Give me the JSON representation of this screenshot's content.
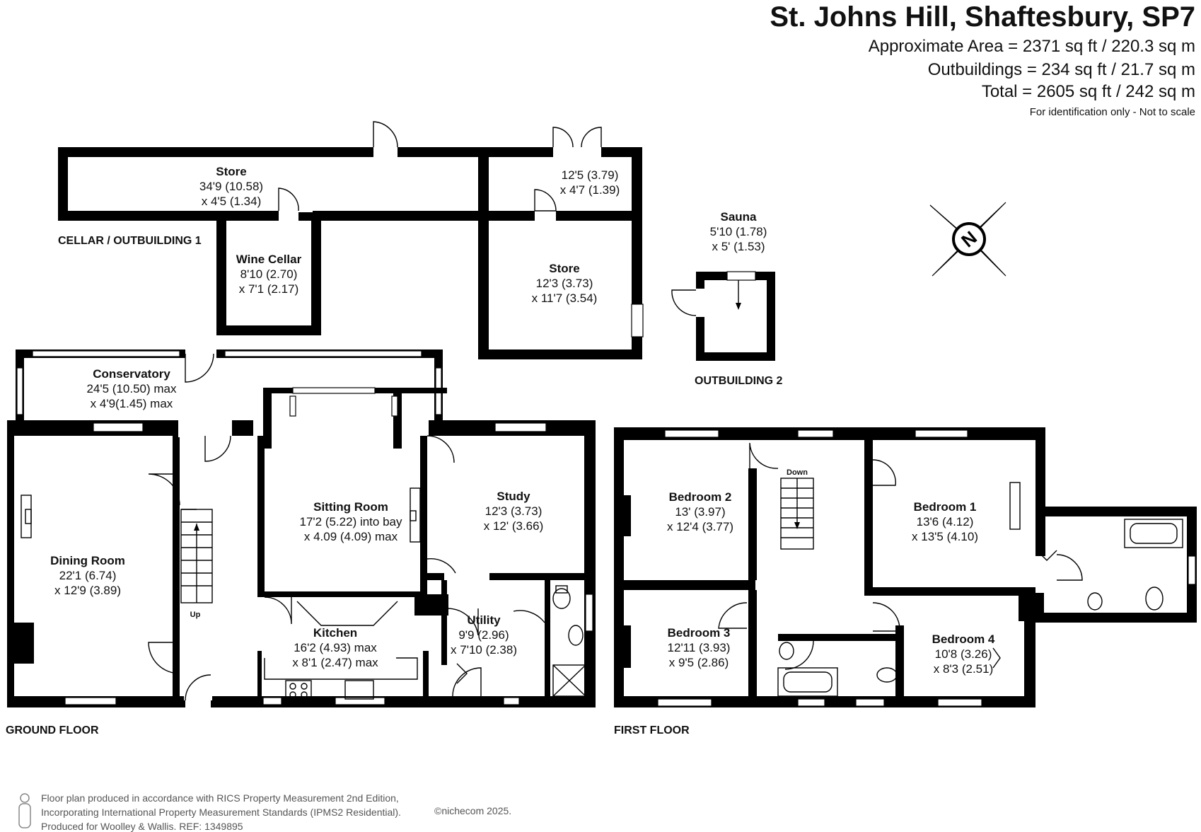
{
  "header": {
    "title": "St. Johns Hill, Shaftesbury, SP7",
    "area_lines": [
      "Approximate Area = 2371 sq ft / 220.3 sq m",
      "Outbuildings = 234 sq ft / 21.7 sq m",
      "Total = 2605 sq ft / 242 sq m"
    ],
    "note": "For identification only - Not to scale"
  },
  "floors": {
    "cellar": "CELLAR / OUTBUILDING 1",
    "outbuilding2": "OUTBUILDING 2",
    "ground": "GROUND FLOOR",
    "first": "FIRST FLOOR"
  },
  "rooms": {
    "store_long": {
      "name": "Store",
      "dims": [
        "34'9 (10.58)",
        "x 4'5 (1.34)"
      ]
    },
    "wine_cellar": {
      "name": "Wine Cellar",
      "dims": [
        "8'10 (2.70)",
        "x 7'1 (2.17)"
      ]
    },
    "store_small_top": {
      "name": "",
      "dims": [
        "12'5 (3.79)",
        "x 4'7 (1.39)"
      ]
    },
    "store_right": {
      "name": "Store",
      "dims": [
        "12'3 (3.73)",
        "x 11'7 (3.54)"
      ]
    },
    "sauna": {
      "name": "Sauna",
      "dims": [
        "5'10 (1.78)",
        "x 5' (1.53)"
      ]
    },
    "conservatory": {
      "name": "Conservatory",
      "dims": [
        "24'5 (10.50) max",
        "x 4'9(1.45) max"
      ]
    },
    "dining": {
      "name": "Dining Room",
      "dims": [
        "22'1 (6.74)",
        "x 12'9 (3.89)"
      ]
    },
    "sitting": {
      "name": "Sitting Room",
      "dims": [
        "17'2 (5.22) into bay",
        "x 4.09 (4.09) max"
      ]
    },
    "study": {
      "name": "Study",
      "dims": [
        "12'3 (3.73)",
        "x 12' (3.66)"
      ]
    },
    "kitchen": {
      "name": "Kitchen",
      "dims": [
        "16'2 (4.93) max",
        "x 8'1 (2.47) max"
      ]
    },
    "utility": {
      "name": "Utility",
      "dims": [
        "9'9 (2.96)",
        "x 7'10 (2.38)"
      ]
    },
    "bed2": {
      "name": "Bedroom 2",
      "dims": [
        "13' (3.97)",
        "x 12'4 (3.77)"
      ]
    },
    "bed1": {
      "name": "Bedroom 1",
      "dims": [
        "13'6 (4.12)",
        "x 13'5 (4.10)"
      ]
    },
    "bed3": {
      "name": "Bedroom 3",
      "dims": [
        "12'11 (3.93)",
        "x 9'5 (2.86)"
      ]
    },
    "bed4": {
      "name": "Bedroom 4",
      "dims": [
        "10'8 (3.26)",
        "x 8'3 (2.51)"
      ]
    }
  },
  "stairs": {
    "up": "Up",
    "down": "Down"
  },
  "compass": {
    "letter": "N"
  },
  "footer": {
    "lines": [
      "Floor plan produced in accordance with RICS Property Measurement 2nd Edition,",
      "Incorporating International Property Measurement Standards (IPMS2 Residential).",
      "Produced for Woolley & Wallis.   REF:  1349895"
    ],
    "copyright": "©nichecom 2025."
  }
}
